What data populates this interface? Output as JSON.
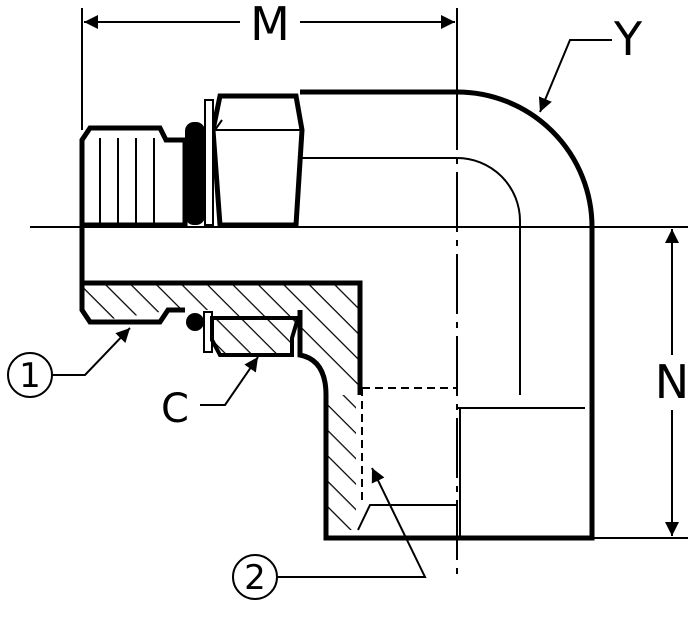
{
  "labels": {
    "dim_m": "M",
    "dim_n": "N",
    "callout_y": "Y",
    "callout_c": "C",
    "callout_1": "1",
    "callout_2": "2"
  },
  "colors": {
    "line": "#000000",
    "background": "#ffffff"
  }
}
